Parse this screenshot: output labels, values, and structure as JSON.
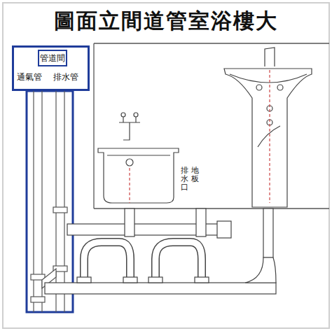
{
  "diagram": {
    "title": "圖面立間道管室浴樓大",
    "nodes": [
      {
        "text": [
          "通氣管",
          "排水管"
        ]
      },
      {
        "text": [
          "管道間"
        ],
        "in": 0
      }
    ],
    "labels": [
      "排水口",
      "地板"
    ]
  }
}
